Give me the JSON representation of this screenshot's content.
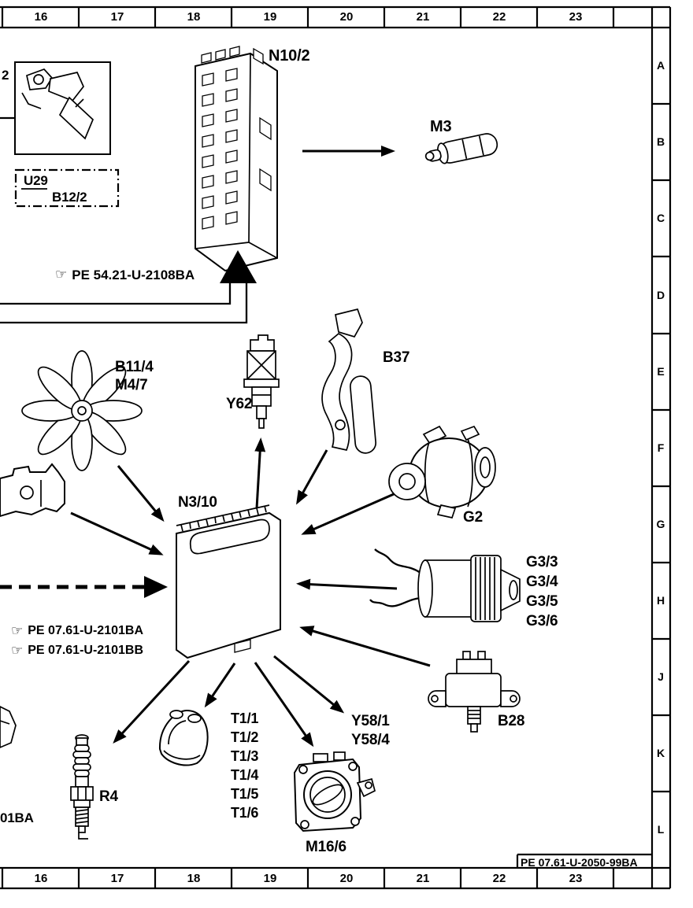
{
  "frame": {
    "top_columns": [
      "16",
      "17",
      "18",
      "19",
      "20",
      "21",
      "22",
      "23"
    ],
    "bottom_columns": [
      "16",
      "17",
      "18",
      "19",
      "20",
      "21",
      "22",
      "23"
    ],
    "right_rows": [
      "A",
      "B",
      "C",
      "D",
      "E",
      "F",
      "G",
      "H",
      "J",
      "K",
      "L"
    ],
    "corner_ref": "PE 07.61-U-2050-99BA"
  },
  "icons": {
    "hand": "☞"
  },
  "notes": {
    "fuse_box_ref": "PE 54.21-U-2108BA",
    "ecu_ref_1": "PE 07.61-U-2101BA",
    "ecu_ref_2": "PE 07.61-U-2101BB"
  },
  "partials": {
    "top_left": "2",
    "bottom_left": "01BA"
  },
  "callout_box": {
    "line1": "U29",
    "line2": "B12/2"
  },
  "components": {
    "fuse_relay_module": "N10/2",
    "m3": "M3",
    "fan": [
      "B11/4",
      "M4/7"
    ],
    "injector": "Y62",
    "b37": "B37",
    "ecu": "N3/10",
    "alternator": "G2",
    "g3": [
      "G3/3",
      "G3/4",
      "G3/5",
      "G3/6"
    ],
    "b28": "B28",
    "y58": [
      "Y58/1",
      "Y58/4"
    ],
    "t1": [
      "T1/1",
      "T1/2",
      "T1/3",
      "T1/4",
      "T1/5",
      "T1/6"
    ],
    "spark_plug": "R4",
    "throttle": "M16/6"
  }
}
